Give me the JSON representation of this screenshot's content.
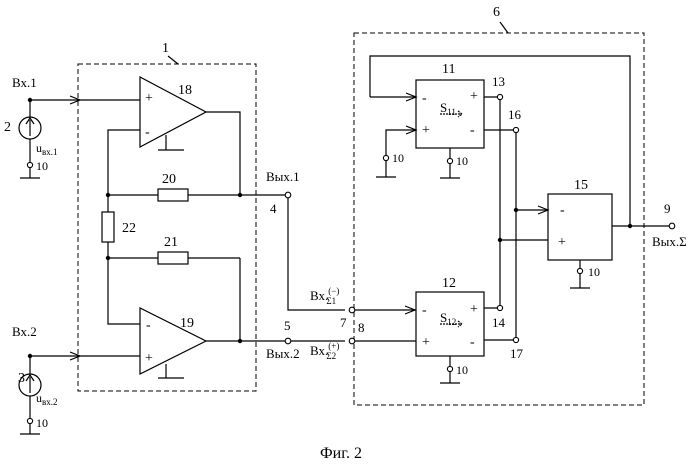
{
  "caption": "Фиг. 2",
  "blocks": {
    "b1": "1",
    "b6": "6"
  },
  "sources": {
    "src2": {
      "num": "2",
      "input_label": "Вх.1",
      "volt": "u",
      "volt_sub": "вх.1",
      "ground": "10"
    },
    "src3": {
      "num": "3",
      "input_label": "Вх.2",
      "volt": "u",
      "volt_sub": "вх.2",
      "ground": "10"
    }
  },
  "block1": {
    "amp18": "18",
    "amp19": "19",
    "res20": "20",
    "res21": "21",
    "res22": "22",
    "out1_label": "Вых.1",
    "out1_node": "4",
    "out2_label": "Вых.2",
    "out2_node": "5",
    "plus": "+",
    "minus": "-"
  },
  "block6": {
    "in1_label": "Вх.",
    "in1_sub": "Σ1",
    "in1_sup": "(−)",
    "in1_node": "7",
    "in2_label": "Вх.",
    "in2_sub": "Σ2",
    "in2_sup": "(+)",
    "in2_node": "8",
    "u11": "11",
    "u11_inner": "S",
    "u11_sub": "11",
    "u12": "12",
    "u12_inner": "S",
    "u12_sub": "12",
    "u15": "15",
    "n13": "13",
    "n14": "14",
    "n16": "16",
    "n17": "17",
    "ground": "10",
    "out_node": "9",
    "out_label": "Вых.Σ",
    "plus": "+",
    "minus": "-"
  }
}
